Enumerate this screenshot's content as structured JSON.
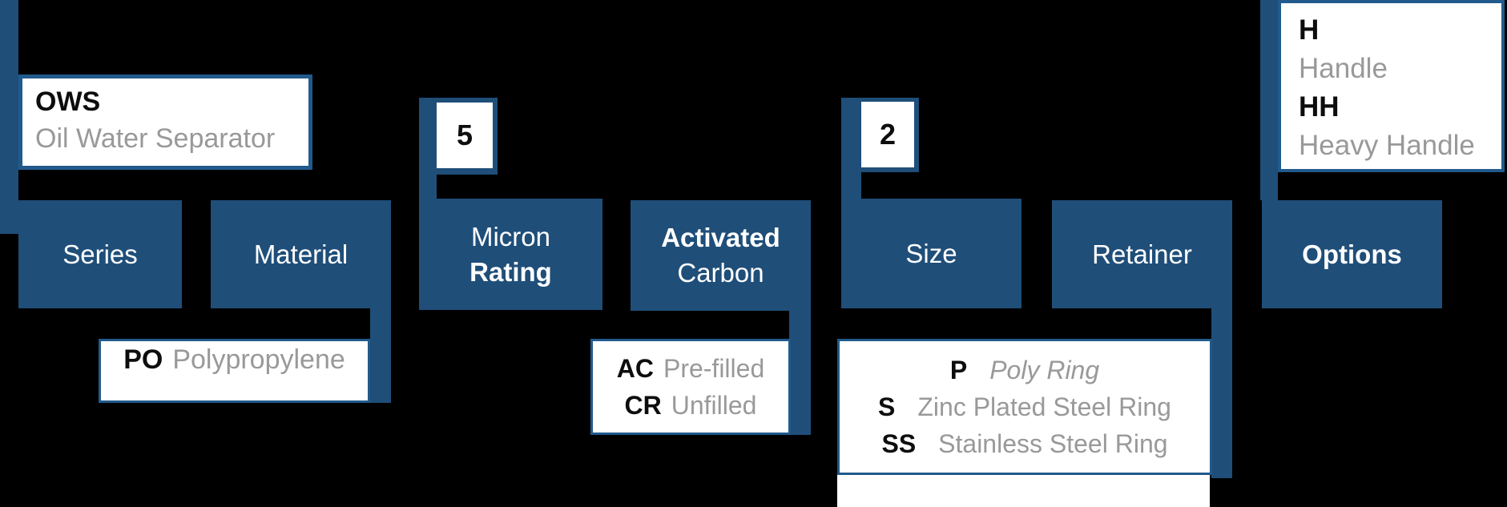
{
  "palette": {
    "background": "#000000",
    "blue": "#1f4e79",
    "border_blue": "#215a8c",
    "code_color": "#0d0d0d",
    "muted_color": "#999999",
    "label_color": "#ffffff"
  },
  "series": {
    "category": "Series",
    "callout": {
      "code": "OWS",
      "description": "Oil Water Separator"
    }
  },
  "material": {
    "category": "Material",
    "callout": {
      "code": "PO",
      "description": "Polypropylene"
    }
  },
  "micron": {
    "category_line1": "Micron",
    "category_line2": "Rating",
    "callout": {
      "code": "5"
    }
  },
  "carbon": {
    "category_line1": "Activated",
    "category_line2": "Carbon",
    "callout": {
      "rows": [
        {
          "code": "AC",
          "description": "Pre-filled"
        },
        {
          "code": "CR",
          "description": "Unfilled"
        }
      ]
    }
  },
  "size": {
    "category": "Size",
    "callout": {
      "code": "2"
    }
  },
  "retainer": {
    "category": "Retainer",
    "callout": {
      "rows": [
        {
          "code": "P",
          "description": "Poly Ring"
        },
        {
          "code": "S",
          "description": "Zinc Plated Steel Ring"
        },
        {
          "code": "SS",
          "description": "Stainless Steel Ring"
        }
      ]
    }
  },
  "options": {
    "category": "Options",
    "callout": {
      "rows": [
        {
          "code": "H",
          "description": "Handle"
        },
        {
          "code": "HH",
          "description": "Heavy Handle"
        }
      ]
    }
  }
}
